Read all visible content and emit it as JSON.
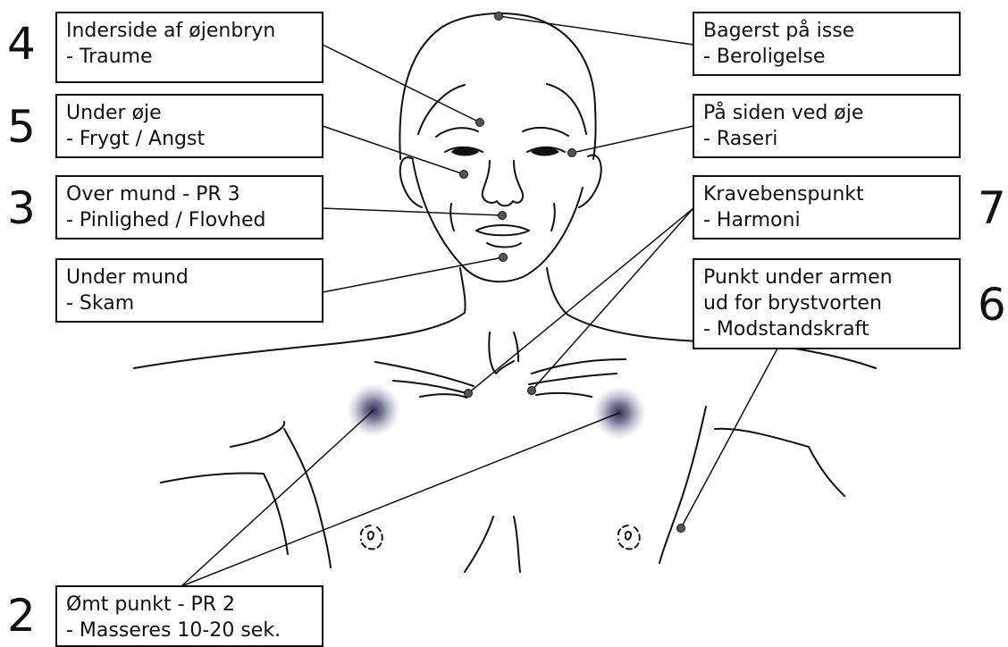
{
  "labels": {
    "inderside_ojenbryn": {
      "number": "4",
      "lines": [
        "Inderside af øjenbryn",
        "- Traume"
      ]
    },
    "under_oje": {
      "number": "5",
      "lines": [
        "Under øje",
        "- Frygt / Angst"
      ]
    },
    "over_mund": {
      "number": "3",
      "lines": [
        "Over mund - PR 3",
        "- Pinlighed / Flovhed"
      ]
    },
    "under_mund": {
      "lines": [
        "Under mund",
        "- Skam"
      ]
    },
    "omt_punkt": {
      "number": "2",
      "lines": [
        "Ømt punkt - PR 2",
        "- Masseres 10-20 sek."
      ]
    },
    "bagerst_isse": {
      "lines": [
        "Bagerst på isse",
        "- Beroligelse"
      ]
    },
    "siden_oje": {
      "lines": [
        "På siden ved øje",
        "- Raseri"
      ]
    },
    "kravebenspunkt": {
      "number": "7",
      "lines": [
        "Kravebenspunkt",
        "- Harmoni"
      ]
    },
    "under_armen": {
      "number": "6",
      "lines": [
        "Punkt under armen",
        "ud for brystvorten",
        "- Modstandskraft"
      ]
    }
  },
  "colors": {
    "line": "#111111",
    "point": "#555555",
    "tender_point": "#3a3a5e"
  }
}
